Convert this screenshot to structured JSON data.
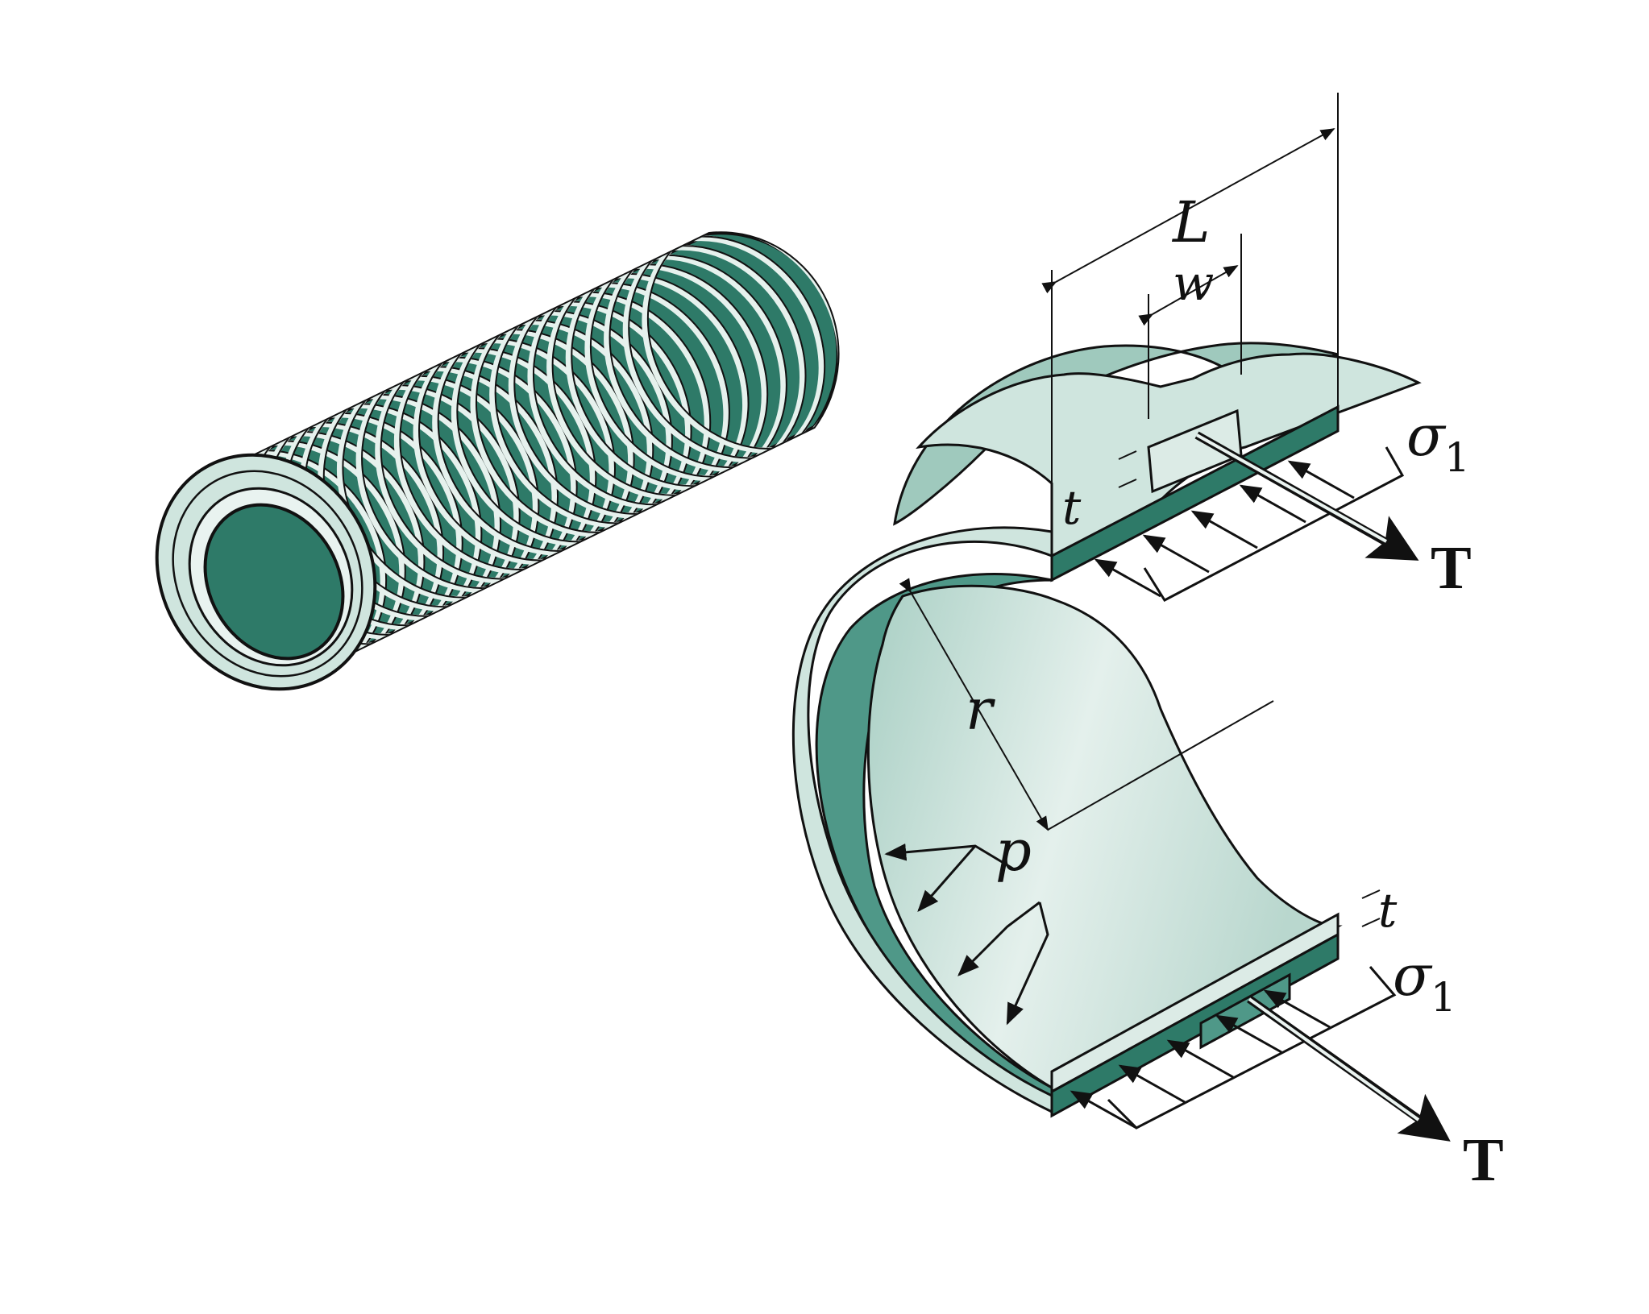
{
  "labels": {
    "L": "L",
    "w": "w",
    "t_top": "t",
    "r": "r",
    "p": "p",
    "t_bottom": "t",
    "sigma_top": "σ",
    "sigma_top_sub": "1",
    "sigma_bottom": "σ",
    "sigma_bottom_sub": "1",
    "T_top": "T",
    "T_bottom": "T"
  },
  "colors": {
    "teal_dark": "#2e7a68",
    "teal_mid": "#4f9888",
    "teal_light": "#bcd9d0",
    "teal_pale": "#dcebe6",
    "outline": "#111111"
  }
}
